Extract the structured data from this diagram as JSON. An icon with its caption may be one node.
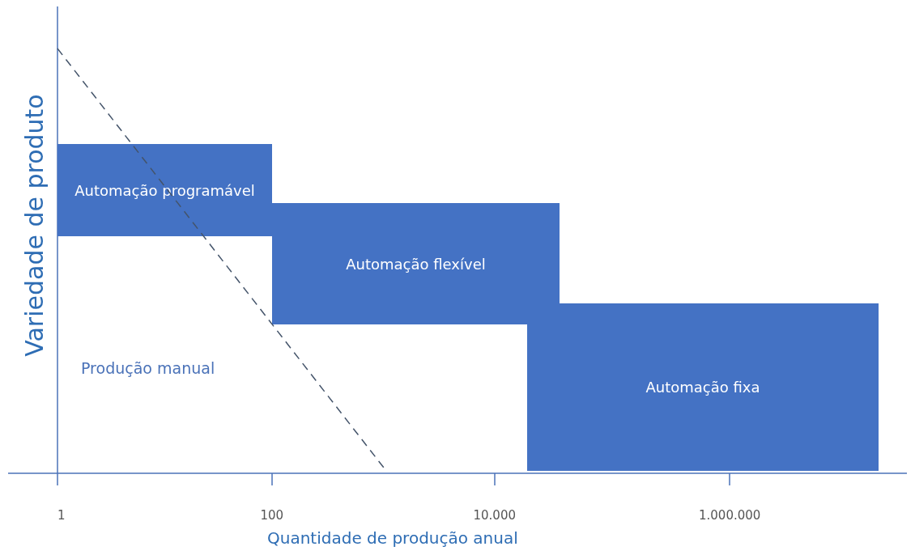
{
  "diagram": {
    "nodes": [
      {
        "text": [
          "Automação programável"
        ]
      },
      {
        "text": [
          "Automação flexível"
        ]
      },
      {
        "text": [
          "Automação fixa"
        ]
      }
    ],
    "labels": [
      "Variedade de produto",
      "Produção manual",
      "1",
      "100",
      "10.000",
      "1.000.000",
      "Quantidade de produção anual"
    ]
  }
}
